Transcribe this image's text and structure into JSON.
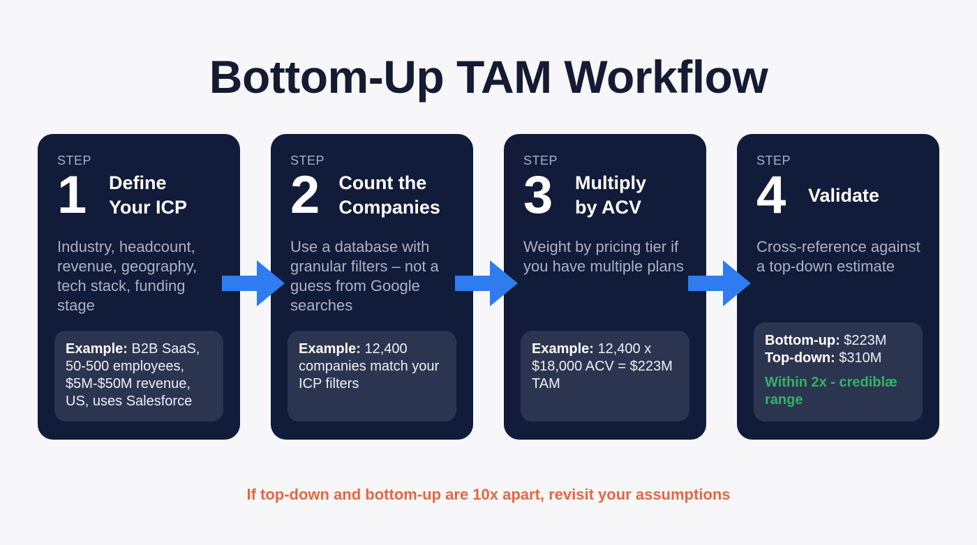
{
  "title": "Bottom-Up TAM Workflow",
  "colors": {
    "background": "#f7f7f9",
    "card": "#111b3a",
    "example_box": "#2c3550",
    "arrow": "#2f7bf0",
    "validation_green": "#34b26a",
    "footer_orange": "#e8663d"
  },
  "steps": [
    {
      "label": "STEP",
      "number": "1",
      "name": "Define Your ICP",
      "description": "Industry, headcount, revenue, geography, tech stack, funding stage",
      "example_label": "Example:",
      "example_text": " B2B SaaS, 50-500 employees, $5M-$50M revenue, US, uses Salesforce"
    },
    {
      "label": "STEP",
      "number": "2",
      "name": "Count the Companies",
      "description": "Use a database with granular filters – not a guess from Google searches",
      "example_label": "Example:",
      "example_text": " 12,400 companies match your ICP filters"
    },
    {
      "label": "STEP",
      "number": "3",
      "name": "Multiply by ACV",
      "description": "Weight by pricing tier if you have multiple plans",
      "example_label": "Example:",
      "example_text": " 12,400 x $18,000 ACV = $223M TAM"
    },
    {
      "label": "STEP",
      "number": "4",
      "name": "Validate",
      "description": "Cross-reference against a top-down estimate",
      "bottom_up_label": "Bottom-up:",
      "bottom_up_value": " $223M",
      "top_down_label": "Top-down:",
      "top_down_value": " $310M",
      "verdict": "Within 2x - crediblæ range"
    }
  ],
  "arrows": [
    "arrow-right-icon",
    "arrow-right-icon",
    "arrow-right-icon"
  ],
  "footer": "If top-down and bottom-up are 10x apart, revisit your assumptions"
}
